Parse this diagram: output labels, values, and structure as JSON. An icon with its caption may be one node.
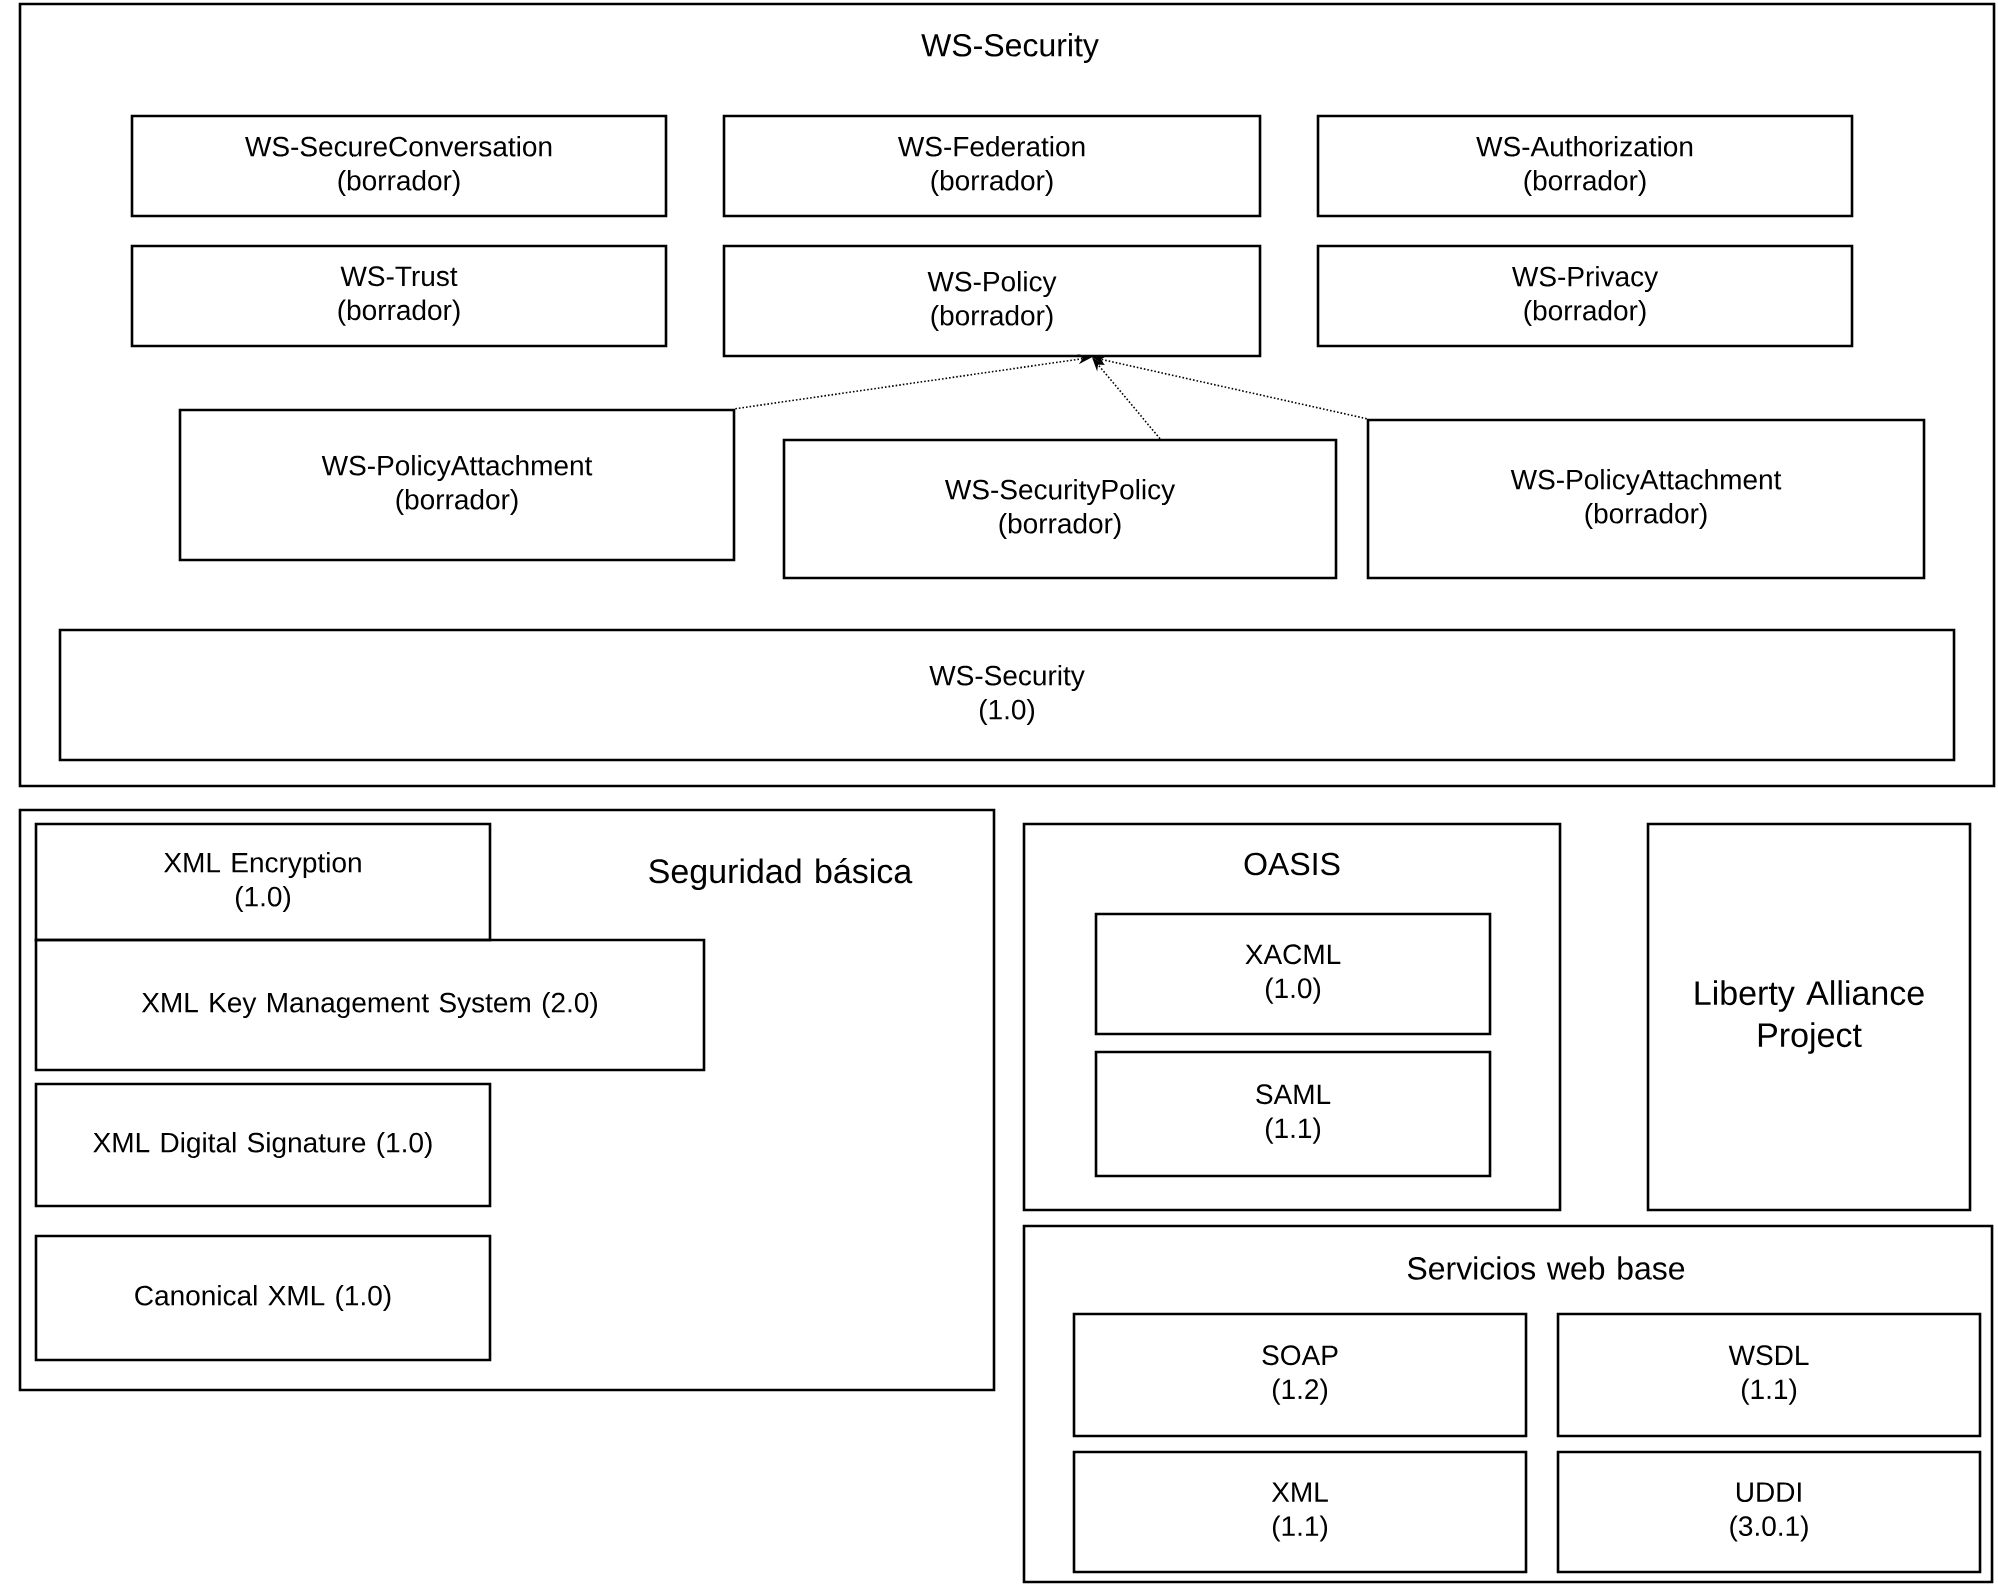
{
  "diagram": {
    "nodes": [
      {
        "text": [
          "WS-Security"
        ]
      },
      {
        "text": [
          "WS-SecureConversation (borrador)"
        ],
        "in": 0
      },
      {
        "text": [
          "WS-Federation (borrador)"
        ],
        "in": 0
      },
      {
        "text": [
          "WS-Authorization (borrador)"
        ],
        "in": 0
      },
      {
        "text": [
          "WS-Trust (borrador)"
        ],
        "in": 0
      },
      {
        "text": [
          "WS-Policy (borrador)"
        ],
        "in": 0
      },
      {
        "text": [
          "WS-Privacy (borrador)"
        ],
        "in": 0
      },
      {
        "text": [
          "WS-PolicyAttachment (borrador)"
        ],
        "in": 0
      },
      {
        "text": [
          "WS-SecurityPolicy (borrador)"
        ],
        "in": 0
      },
      {
        "text": [
          "WS-PolicyAttachment (borrador)"
        ],
        "in": 0
      },
      {
        "text": [
          "WS-Security (1.0)"
        ],
        "in": 0
      },
      {
        "text": [
          "Seguridad básica"
        ]
      },
      {
        "text": [
          "XML Encryption (1.0)"
        ],
        "in": 11
      },
      {
        "text": [
          "XML Key Management System (2.0)"
        ],
        "in": 11
      },
      {
        "text": [
          "XML Digital Signature (1.0)"
        ],
        "in": 11
      },
      {
        "text": [
          "Canonical XML (1.0)"
        ],
        "in": 11
      },
      {
        "text": [
          "OASIS"
        ]
      },
      {
        "text": [
          "XACML (1.0)"
        ],
        "in": 16
      },
      {
        "text": [
          "SAML (1.1)"
        ],
        "in": 16
      },
      {
        "text": [
          "Liberty Alliance Project"
        ]
      },
      {
        "text": [
          "Servicios web base"
        ]
      },
      {
        "text": [
          "SOAP (1.2)"
        ],
        "in": 20
      },
      {
        "text": [
          "WSDL (1.1)"
        ],
        "in": 20
      },
      {
        "text": [
          "XML (1.1)"
        ],
        "in": 20
      },
      {
        "text": [
          "UDDI (3.0.1)"
        ],
        "in": 20
      }
    ],
    "edges": [
      {
        "from": 7,
        "to": 5,
        "arrow": "to",
        "style": "dashed"
      },
      {
        "from": 8,
        "to": 5,
        "arrow": "to",
        "style": "dashed"
      },
      {
        "from": 9,
        "to": 5,
        "arrow": "to",
        "style": "dashed"
      }
    ]
  }
}
